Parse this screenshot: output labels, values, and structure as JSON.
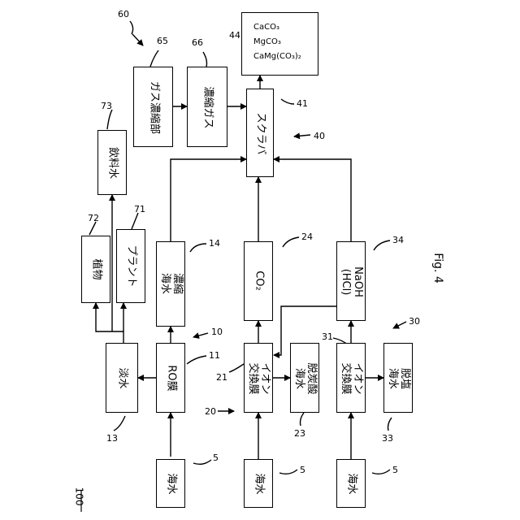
{
  "figure": {
    "number": "Fig. 4",
    "ref_main": "100"
  },
  "boxes": {
    "seawater": "海水",
    "ro_membrane": "RO膜",
    "fresh_water": "淡水",
    "concentrated_seawater": [
      "濃縮",
      "海水"
    ],
    "plants": "植物",
    "plant": "プラント",
    "drinking_water": "飲料水",
    "ion_exchange_1": [
      "イオン",
      "交換膜"
    ],
    "decarbonated_seawater": [
      "脱炭酸",
      "海水"
    ],
    "co2": "CO₂",
    "ion_exchange_2": [
      "イオン",
      "交換膜"
    ],
    "desalted_seawater": [
      "脱塩",
      "海水"
    ],
    "naoh": [
      "NaOH",
      "(HCl)"
    ],
    "scrubber": "スクラバ",
    "gas_concentrator": "ガス濃縮部",
    "concentrated_gas": "濃縮ガス",
    "carbonates": [
      "CaCO₃",
      "MgCO₃",
      "CaMg(CO₃)₂"
    ]
  },
  "refs": {
    "r5a": "5",
    "r5b": "5",
    "r5c": "5",
    "r10": "10",
    "r11": "11",
    "r13": "13",
    "r14": "14",
    "r20": "20",
    "r21": "21",
    "r23": "23",
    "r24": "24",
    "r30": "30",
    "r31": "31",
    "r33": "33",
    "r34": "34",
    "r40": "40",
    "r41": "41",
    "r44": "44",
    "r60": "60",
    "r65": "65",
    "r66": "66",
    "r71": "71",
    "r72": "72",
    "r73": "73"
  }
}
